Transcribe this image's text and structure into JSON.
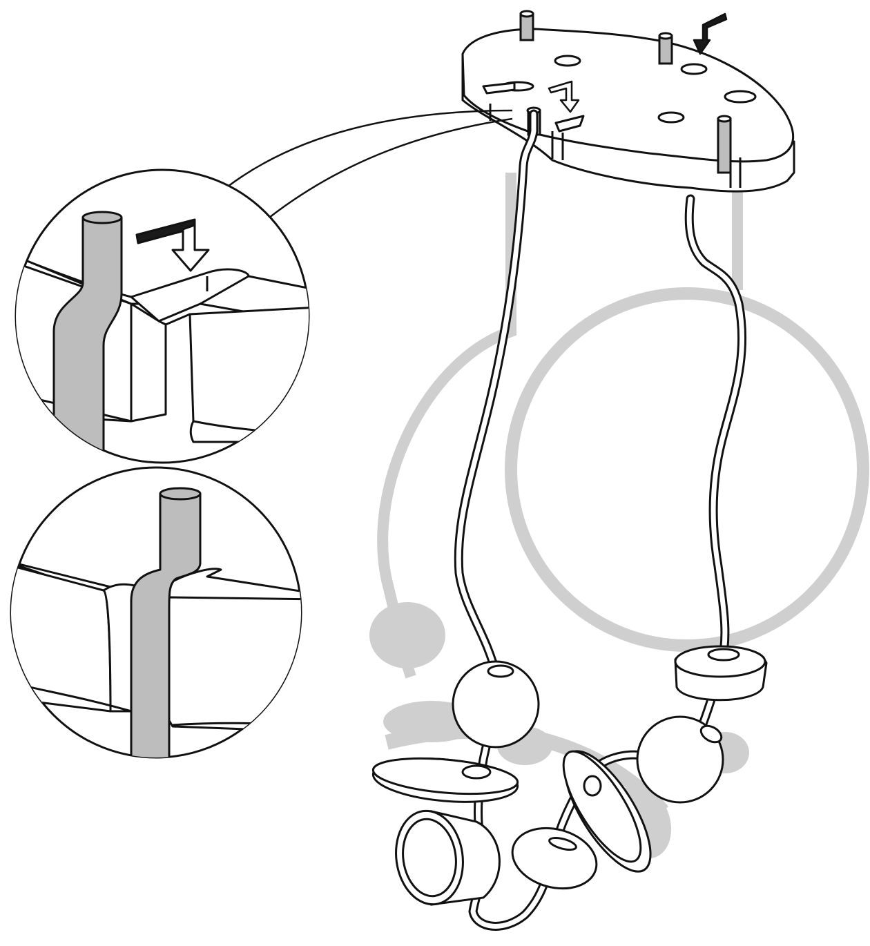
{
  "illustration": {
    "subject": "bead-toy-assembly",
    "colors": {
      "line": "#111111",
      "fill": "#ffffff",
      "wire_fill": "#bdbdbd",
      "shadow": "#cfcfcf",
      "arrow_dark": "#1a1a1a"
    },
    "callouts": [
      {
        "step": "insert-peg-into-slot"
      },
      {
        "step": "peg-seated-in-slot"
      }
    ],
    "beads": [
      {
        "kind": "sphere"
      },
      {
        "kind": "flat-disc"
      },
      {
        "kind": "cylinder"
      },
      {
        "kind": "rounded-disc"
      },
      {
        "kind": "tilted-disc"
      },
      {
        "kind": "sphere"
      },
      {
        "kind": "rounded-disc"
      }
    ]
  }
}
